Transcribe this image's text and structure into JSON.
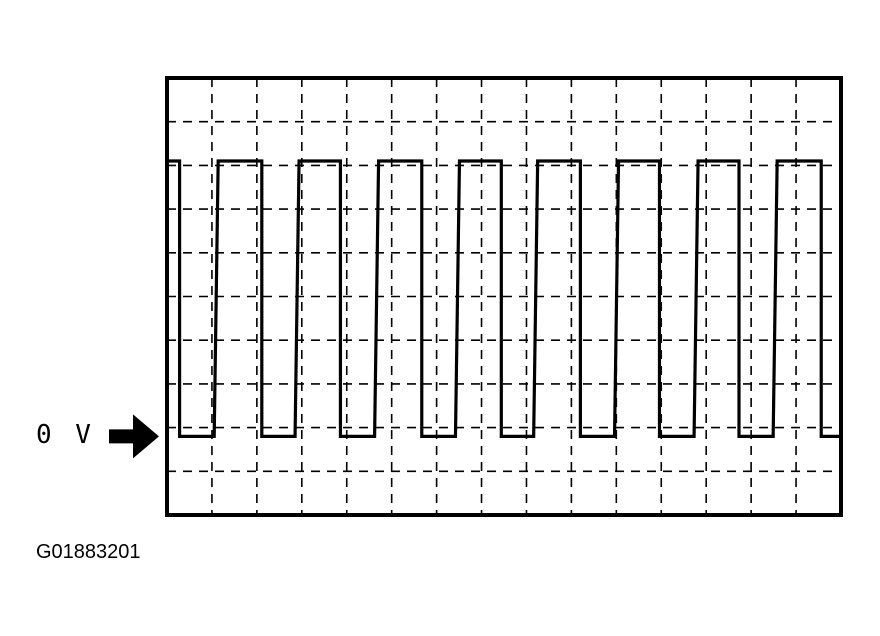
{
  "reference_label": "0 V",
  "figure_id": "G01883201",
  "colors": {
    "line": "#000000",
    "background": "#ffffff"
  },
  "icons": {
    "reference_marker": "right-arrow-icon"
  },
  "chart_data": {
    "type": "line",
    "grid": true,
    "grid_divisions": {
      "x": 15,
      "y": 10
    },
    "x_divisions_visible": [
      0,
      15
    ],
    "y_divisions_visible": [
      0,
      10
    ],
    "reference_level_division": 1.8,
    "signal": {
      "shape": "square-wave",
      "low_level_division": 1.8,
      "high_level_division": 8.1,
      "pulses": [
        {
          "rise": -0.1,
          "fall": 0.28
        },
        {
          "rise": 1.05,
          "fall": 2.11
        },
        {
          "rise": 2.85,
          "fall": 3.86
        },
        {
          "rise": 4.62,
          "fall": 5.67
        },
        {
          "rise": 6.42,
          "fall": 7.44
        },
        {
          "rise": 8.16,
          "fall": 9.2
        },
        {
          "rise": 9.96,
          "fall": 10.96
        },
        {
          "rise": 11.73,
          "fall": 12.73
        },
        {
          "rise": 13.49,
          "fall": 14.56
        }
      ]
    }
  }
}
